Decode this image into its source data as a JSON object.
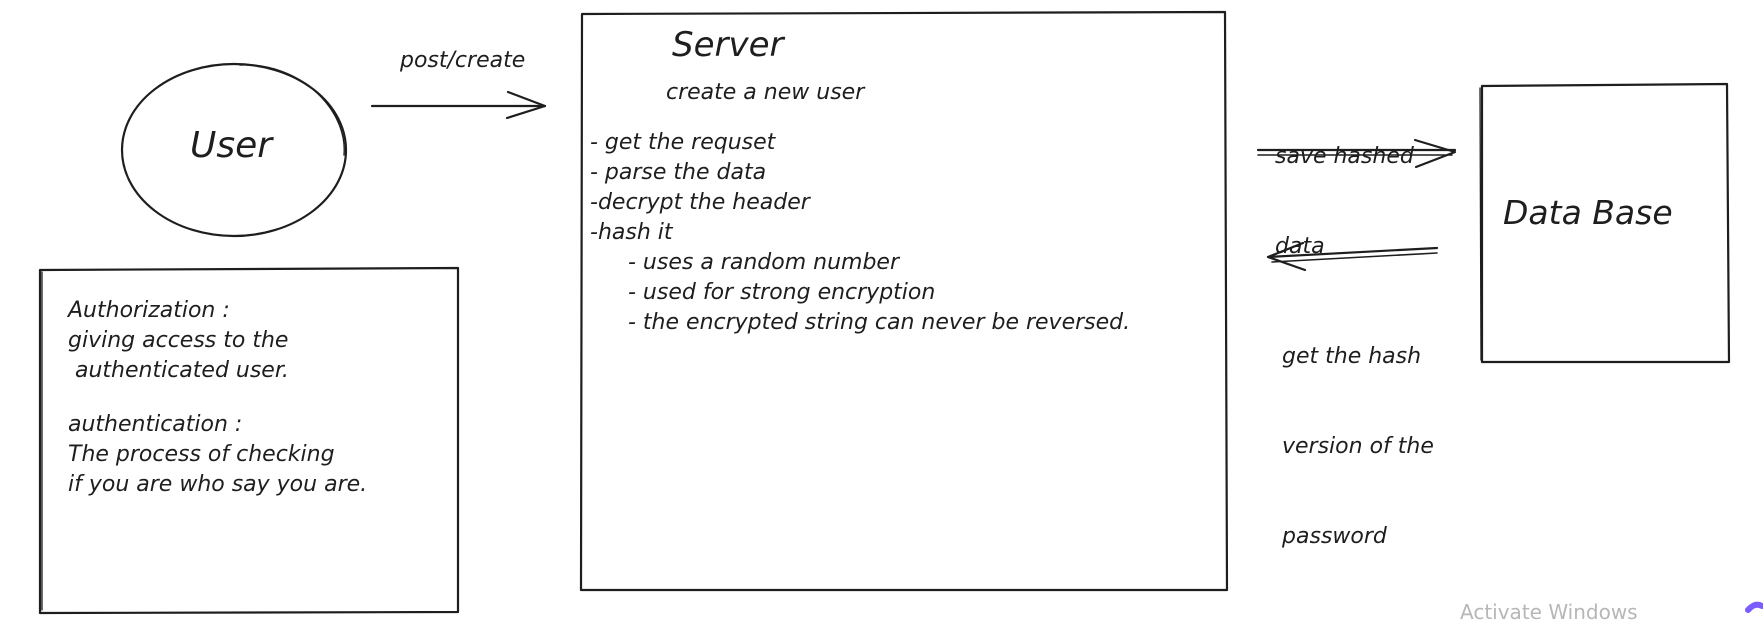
{
  "user": {
    "label": "User"
  },
  "request": {
    "label": "post/create"
  },
  "server": {
    "title": "Server",
    "subtitle": "create a new user",
    "steps": [
      "- get the requset",
      "- parse the data",
      "-decrypt the header",
      "-hash it",
      "- uses a random number",
      "- used for strong encryption",
      "- the encrypted string can never be reversed."
    ]
  },
  "save_arrow": {
    "label_lines": [
      "save hashed",
      "data"
    ]
  },
  "database": {
    "label": "Data Base"
  },
  "get_arrow": {
    "label_lines": [
      "get the hash",
      "version of the",
      "password"
    ]
  },
  "notes": {
    "authorization_lines": [
      "Authorization :",
      "giving access to the",
      " authenticated user."
    ],
    "authentication_lines": [
      "authentication :",
      "The process of checking",
      "if you are who say you are."
    ]
  },
  "watermark": {
    "text": "Activate Windows"
  },
  "colors": {
    "stroke": "#1e1e1e",
    "background": "#ffffff",
    "watermark": "#b7b7b7"
  }
}
